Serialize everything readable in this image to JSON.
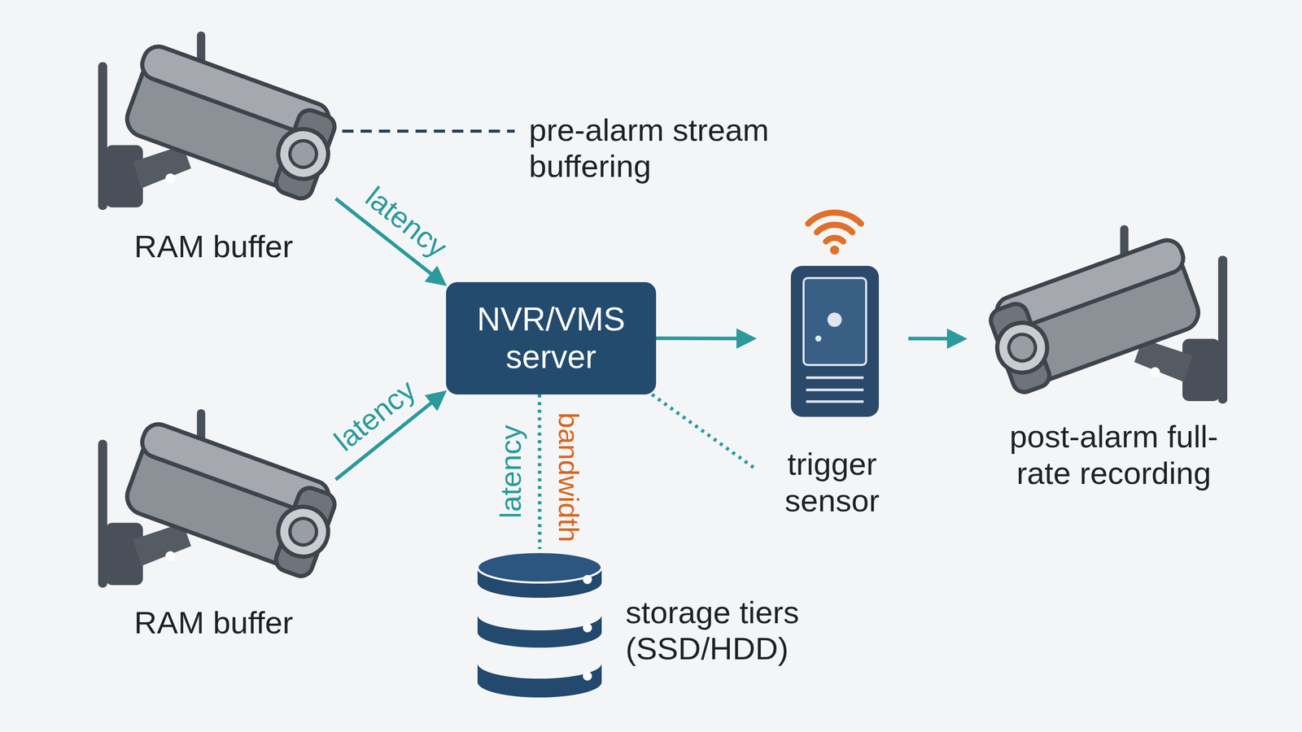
{
  "diagram": {
    "nodes": [
      {
        "text": [
          "RAM buffer"
        ]
      },
      {
        "text": [
          "RAM buffer"
        ]
      },
      {
        "text": [
          "NVR/VMS server"
        ]
      },
      {
        "text": [
          "trigger sensor"
        ]
      },
      {
        "text": [
          "post-alarm full-rate recording"
        ]
      },
      {
        "text": [
          "storage tiers (SSD/HDD)"
        ]
      }
    ],
    "edges": [
      {
        "from": 0,
        "to": 2,
        "arrow": "to",
        "label": "latency"
      },
      {
        "from": 1,
        "to": 2,
        "arrow": "to",
        "label": "latency"
      },
      {
        "from": 2,
        "to": 3,
        "arrow": "to"
      },
      {
        "from": 3,
        "to": 4,
        "arrow": "to"
      },
      {
        "from": 2,
        "to": 5,
        "arrow": "none",
        "label": "latency"
      },
      {
        "from": 2,
        "to": 3,
        "arrow": "none"
      }
    ],
    "labels": [
      "pre-alarm stream buffering",
      "bandwidth"
    ]
  }
}
